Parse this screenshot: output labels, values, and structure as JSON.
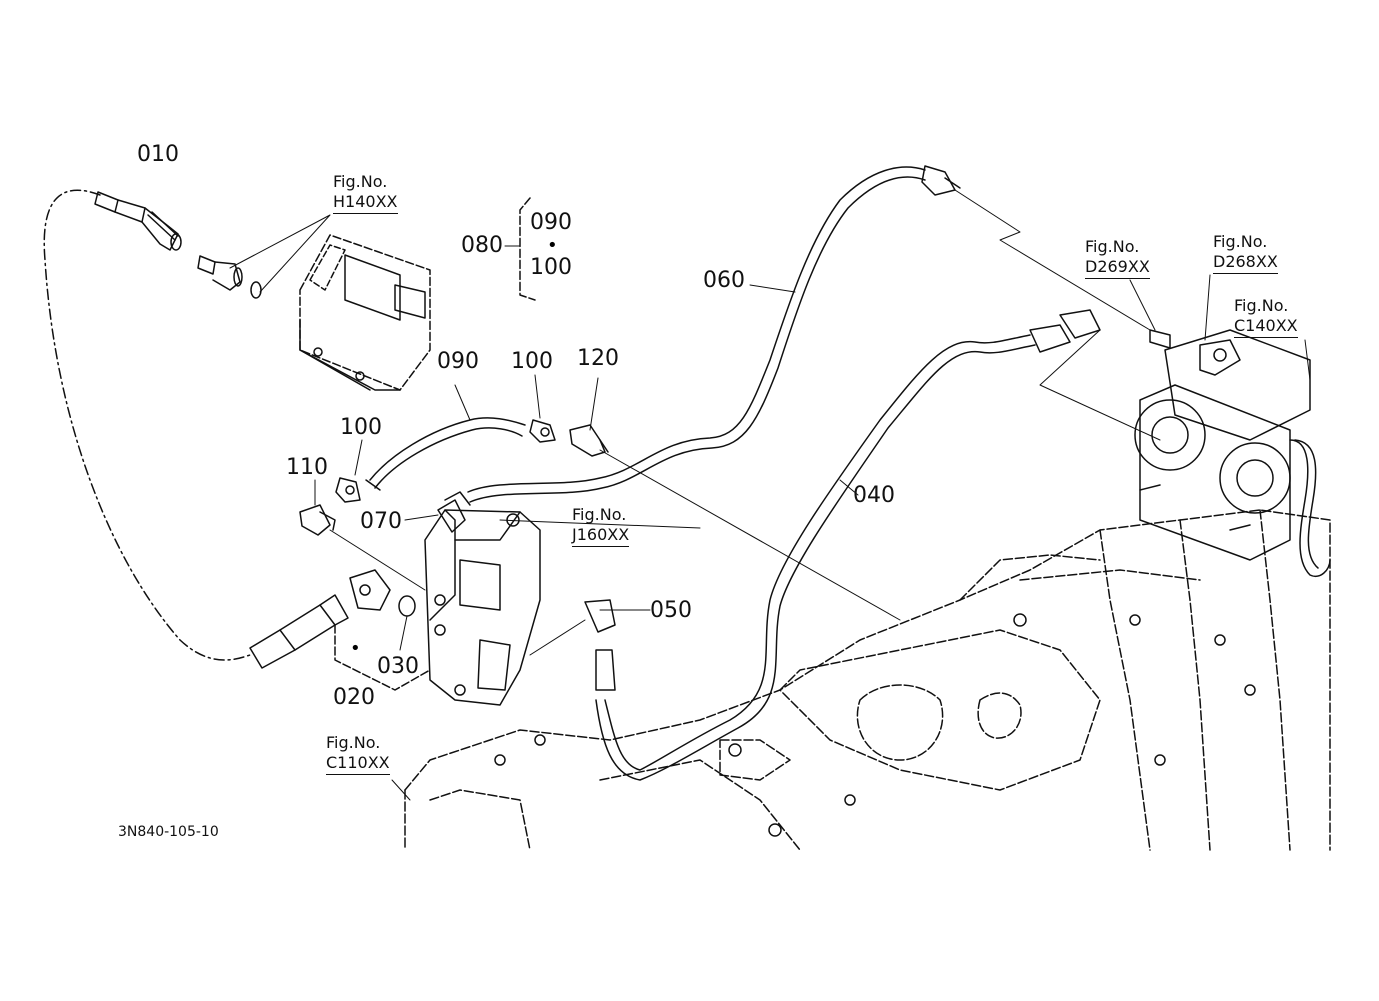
{
  "drawing_code": "3N840-105-10",
  "part_labels": {
    "p010": "010",
    "p020": "020",
    "p030": "030",
    "p040": "040",
    "p050": "050",
    "p060": "060",
    "p070": "070",
    "p080": "080",
    "p080_sub_a": "090",
    "p080_sub_b": "100",
    "p090": "090",
    "p100a": "100",
    "p100b": "100",
    "p110": "110",
    "p120": "120"
  },
  "figure_refs": {
    "h140": {
      "title": "Fig.No.",
      "number": "H140XX"
    },
    "d269": {
      "title": "Fig.No.",
      "number": "D269XX"
    },
    "d268": {
      "title": "Fig.No.",
      "number": "D268XX"
    },
    "c140": {
      "title": "Fig.No.",
      "number": "C140XX"
    },
    "j160": {
      "title": "Fig.No.",
      "number": "J160XX"
    },
    "c110": {
      "title": "Fig.No.",
      "number": "C110XX"
    }
  },
  "colors": {
    "ink": "#111111",
    "paper": "#ffffff"
  }
}
